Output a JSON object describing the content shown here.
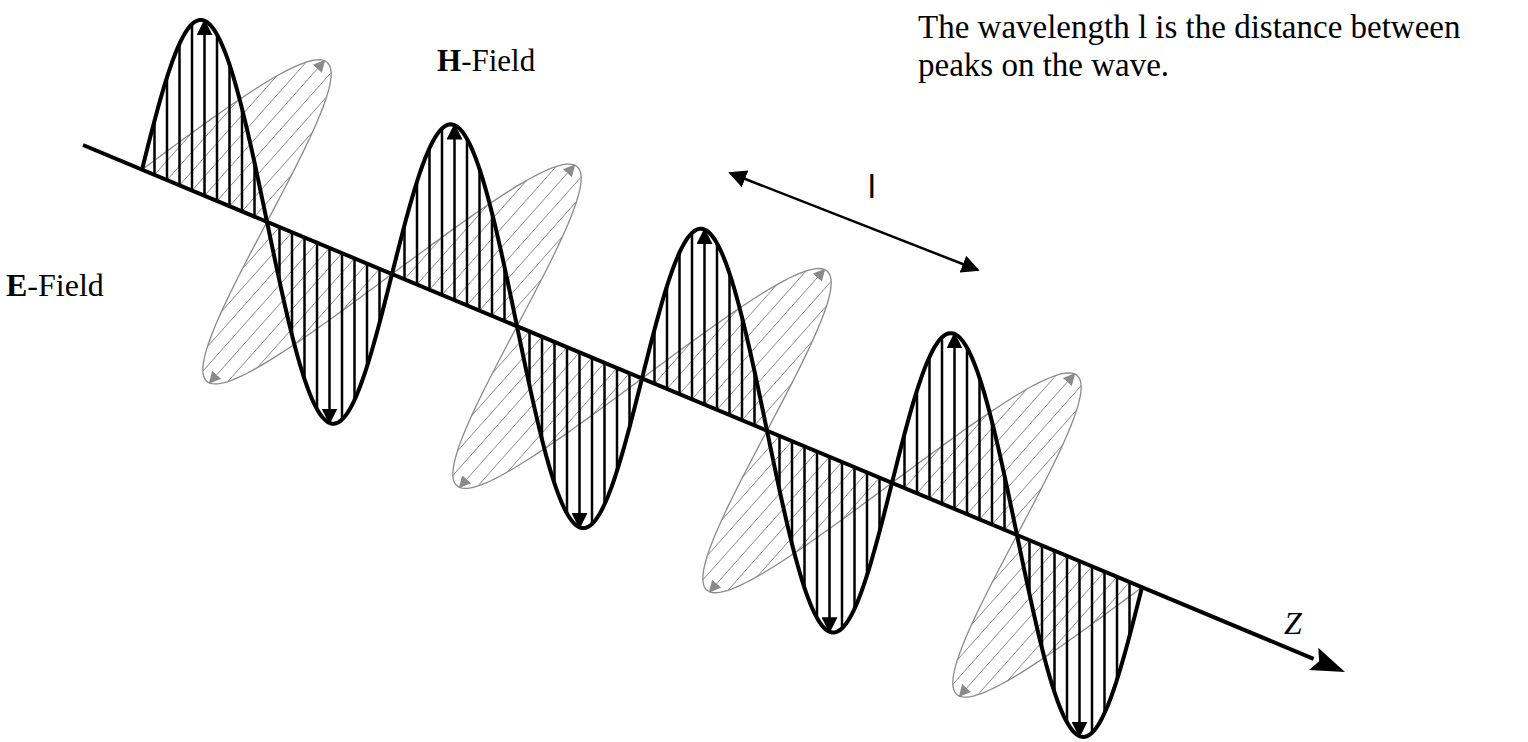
{
  "diagram": {
    "labels": [
      "H-Field",
      "E-Field",
      "l",
      "Z",
      "The wavelength l is the distance between peaks on the wave."
    ]
  }
}
